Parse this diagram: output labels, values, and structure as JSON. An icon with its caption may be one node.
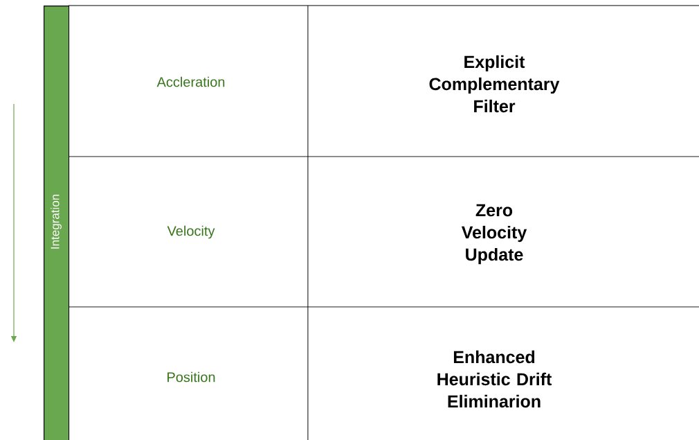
{
  "diagram": {
    "nodes": [
      {
        "text": [
          "Integration"
        ]
      }
    ],
    "labels": [
      "Accleration",
      "Explicit Complementary Filter",
      "Velocity",
      "Zero Velocity Update",
      "Position",
      "Enhanced Heuristic Drift Eliminarion"
    ]
  }
}
